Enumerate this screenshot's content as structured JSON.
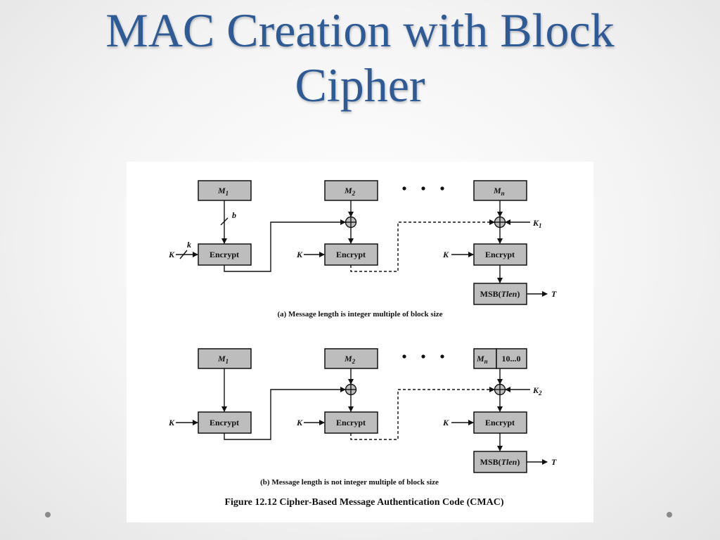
{
  "slide": {
    "title_line1": "MAC Creation with Block",
    "title_line2": "Cipher"
  },
  "diagram_a": {
    "blocks": [
      "M1",
      "M2",
      "Mn"
    ],
    "encrypt_label": "Encrypt",
    "key_label": "K",
    "subkey_label": "K1",
    "width_b_label": "b",
    "width_k_label": "k",
    "msb_label": "MSB(Tlen)",
    "tag_label": "T",
    "ellipsis": "• • •",
    "caption": "(a) Message length is integer multiple of block size"
  },
  "diagram_b": {
    "blocks": [
      "M1",
      "M2",
      "Mn"
    ],
    "padding_label": "10...0",
    "encrypt_label": "Encrypt",
    "key_label": "K",
    "subkey_label": "K2",
    "msb_label": "MSB(Tlen)",
    "tag_label": "T",
    "ellipsis": "• • •",
    "caption": "(b) Message length is not integer multiple of block size"
  },
  "figure": {
    "caption": "Figure 12.12  Cipher-Based Message Authentication Code (CMAC)"
  }
}
